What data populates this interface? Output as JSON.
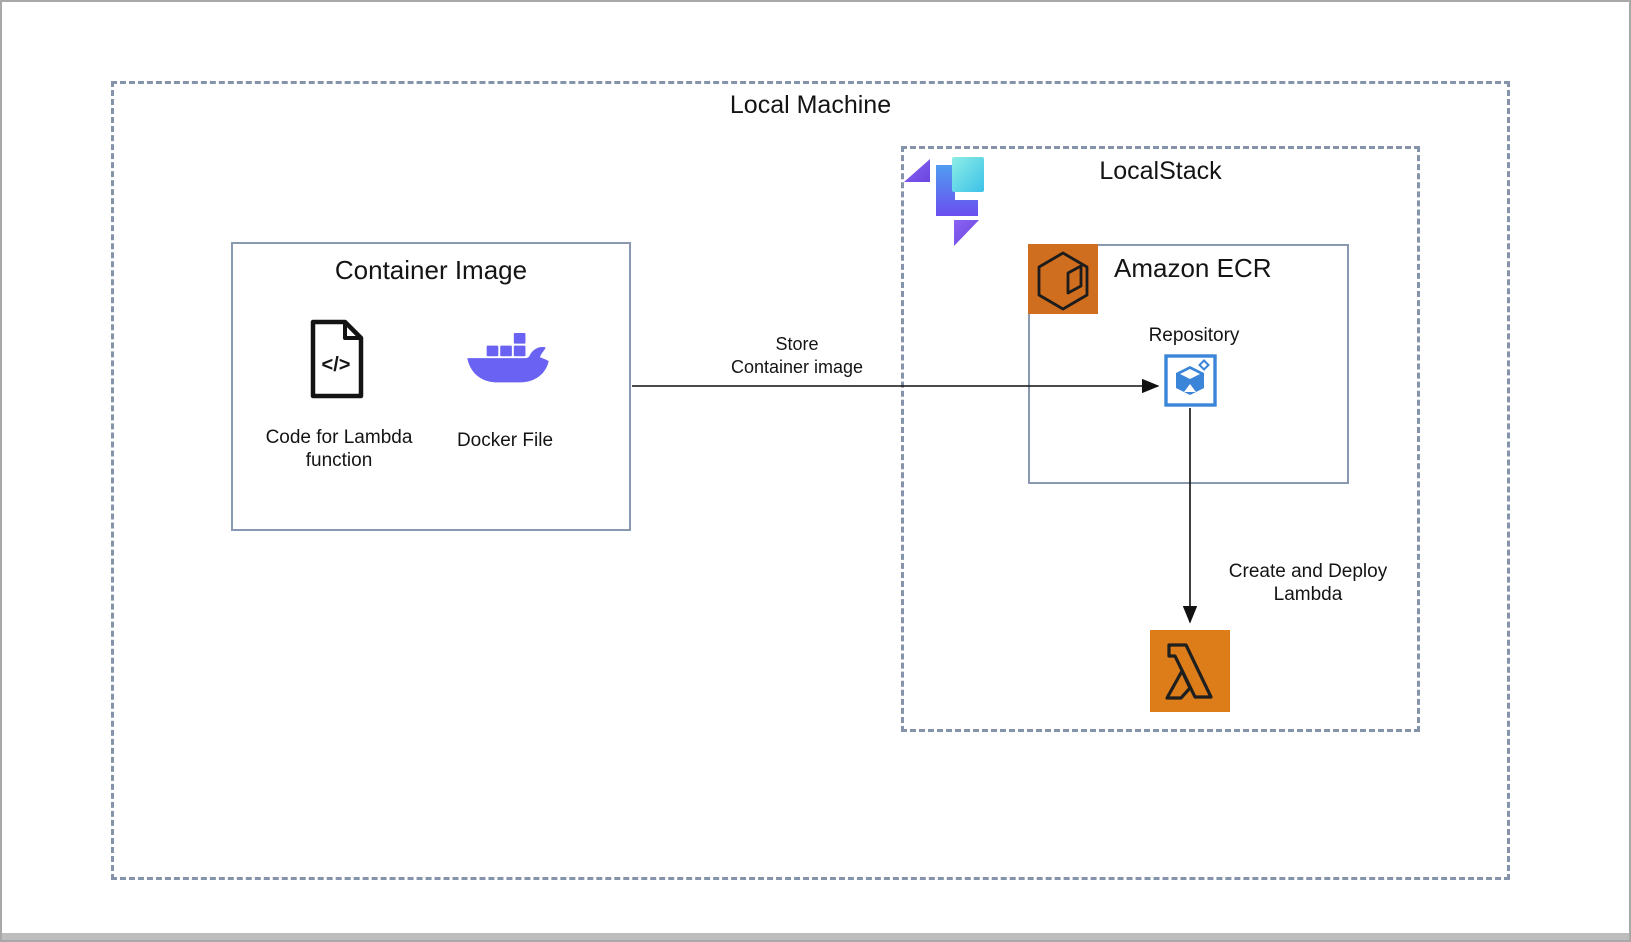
{
  "diagram": {
    "outer_box": {
      "label": "Local Machine"
    },
    "container_box": {
      "title": "Container Image",
      "code_item": {
        "icon": "code-file-icon",
        "glyph": "</>",
        "label_line1": "Code for Lambda",
        "label_line2": "function"
      },
      "docker_item": {
        "icon": "docker-icon",
        "label": "Docker File"
      }
    },
    "localstack_box": {
      "title": "LocalStack",
      "icon": "localstack-logo-icon"
    },
    "ecr_box": {
      "title": "Amazon ECR",
      "icon": "amazon-ecr-icon",
      "repository": {
        "label": "Repository",
        "icon": "ecr-repository-icon"
      }
    },
    "lambda": {
      "icon": "aws-lambda-icon"
    },
    "arrows": {
      "store": {
        "line1": "Store",
        "line2": "Container image"
      },
      "deploy": {
        "line1": "Create and Deploy",
        "line2": "Lambda"
      }
    },
    "colors": {
      "dashed_border": "#8694ab",
      "solid_border": "#8a99b2",
      "docker_purple": "#6a62f2",
      "ecr_orange": "#cf6e1f",
      "lambda_orange": "#dd7d1a",
      "repository_blue": "#3a85d8",
      "localstack_cyan": "#3cc1e8",
      "localstack_purple": "#7a55ee",
      "text": "#141414"
    }
  }
}
